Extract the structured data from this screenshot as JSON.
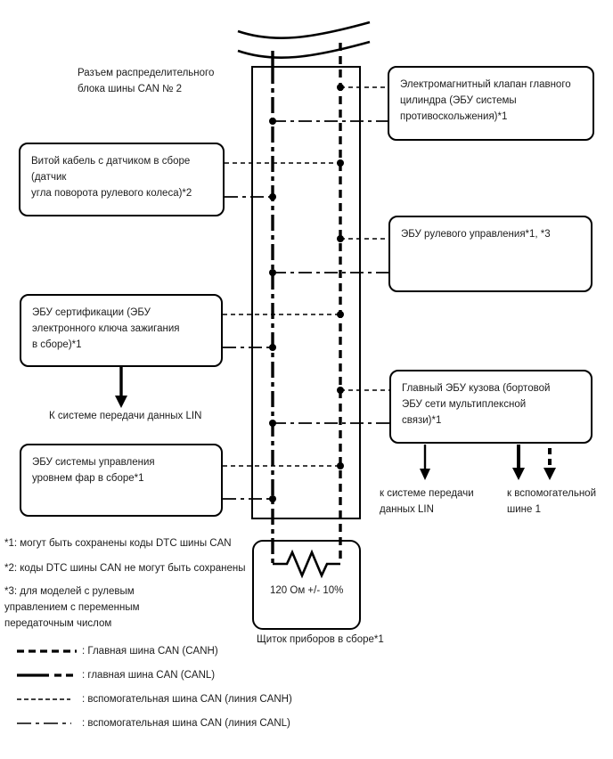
{
  "junction_label": "Разъем распределительного\nблока шины CAN № 2",
  "nodes": {
    "skid_control_valve": "Электромагнитный клапан главного\nцилиндра (ЭБУ системы\nпротивоскольжения)*1",
    "spiral_cable_sensor": "Витой кабель с датчиком в сборе (датчик\nугла поворота рулевого колеса)*2",
    "steering_ecu": "ЭБУ рулевого управления*1, *3",
    "certification_ecu": "ЭБУ сертификации (ЭБУ\nэлектронного ключа зажигания\nв сборе)*1",
    "main_body_ecu": "Главный ЭБУ кузова (бортовой\nЭБУ сети мультиплексной\nсвязи)*1",
    "headlight_leveling_ecu": "ЭБУ системы управления\nуровнем фар в сборе*1",
    "instrument_cluster": "Щиток приборов в сборе*1",
    "resistor_value": "120 Ом +/- 10%"
  },
  "flow_labels": {
    "lin_left": "К системе передачи данных LIN",
    "lin_right": "к системе передачи\nданных LIN",
    "aux_bus_right": "к вспомогательной\nшине 1"
  },
  "footnotes": [
    "*1: могут быть сохранены коды DTC шины CAN",
    "*2: коды DTC шины CAN не могут быть сохранены",
    "*3: для моделей с рулевым\nуправлением с переменным\nпередаточным числом"
  ],
  "legend": [
    {
      "style": "main-canh",
      "label": ": Главная шина CAN (CANH)"
    },
    {
      "style": "main-canl",
      "label": ": главная шина CAN (CANL)"
    },
    {
      "style": "aux-canh",
      "label": ": вспомогательная шина CAN (линия CANH)"
    },
    {
      "style": "aux-canl",
      "label": ": вспомогательная шина CAN (линия CANL)"
    }
  ],
  "colors": {
    "line": "#000000",
    "text": "#1c1c1c",
    "background": "#ffffff"
  }
}
